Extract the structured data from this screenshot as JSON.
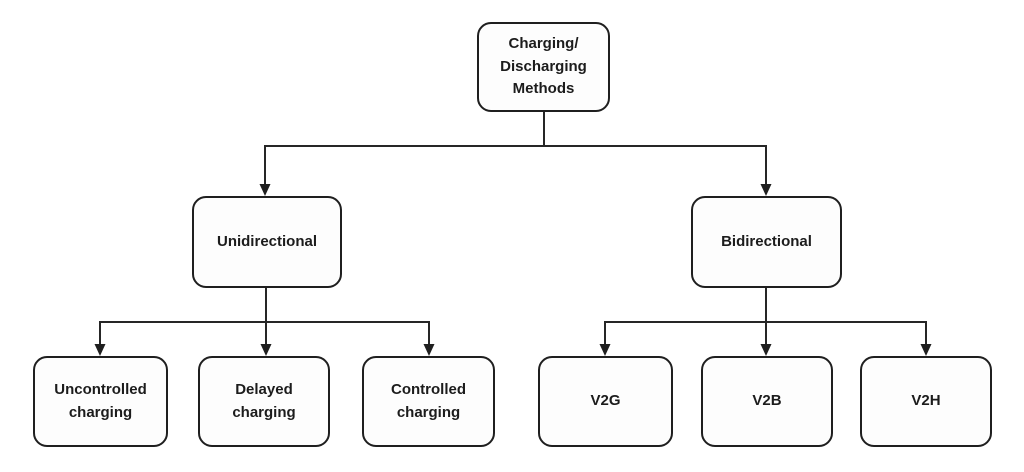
{
  "diagram": {
    "type": "tree-flowchart",
    "colors": {
      "background": "#ffffff",
      "box_border": "#1f1f1f",
      "box_fill": "#fdfdfd",
      "text": "#1c1c1c",
      "connector": "#262626"
    },
    "nodes": {
      "root": {
        "label": "Charging/ Discharging Methods",
        "label_lines": [
          "Charging/",
          "Discharging",
          "Methods"
        ]
      },
      "unidirectional": {
        "label": "Unidirectional"
      },
      "bidirectional": {
        "label": "Bidirectional"
      },
      "uncontrolled": {
        "label": "Uncontrolled charging"
      },
      "delayed": {
        "label": "Delayed charging"
      },
      "controlled": {
        "label": "Controlled charging"
      },
      "v2g": {
        "label": "V2G"
      },
      "v2b": {
        "label": "V2B"
      },
      "v2h": {
        "label": "V2H"
      }
    },
    "edges": [
      {
        "from": "root",
        "to": "unidirectional"
      },
      {
        "from": "root",
        "to": "bidirectional"
      },
      {
        "from": "unidirectional",
        "to": "uncontrolled"
      },
      {
        "from": "unidirectional",
        "to": "delayed"
      },
      {
        "from": "unidirectional",
        "to": "controlled"
      },
      {
        "from": "bidirectional",
        "to": "v2g"
      },
      {
        "from": "bidirectional",
        "to": "v2b"
      },
      {
        "from": "bidirectional",
        "to": "v2h"
      }
    ]
  }
}
